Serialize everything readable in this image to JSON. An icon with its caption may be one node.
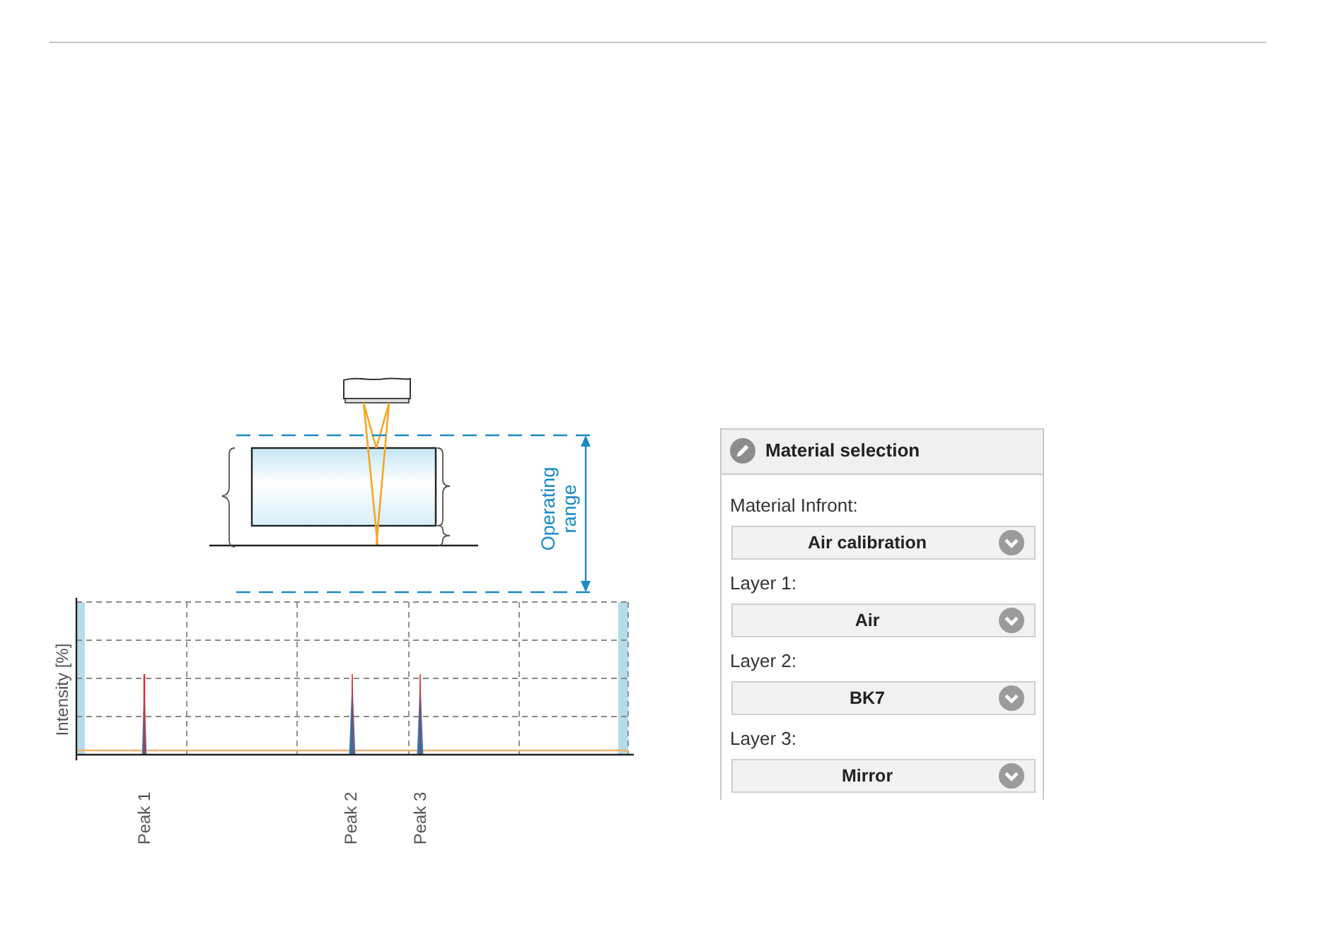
{
  "diagram": {
    "nodes": [
      {
        "text": [
          "Material selection"
        ]
      },
      {
        "text": [
          "Air calibration"
        ],
        "beside": [
          "Material Infront:"
        ],
        "in": 0
      },
      {
        "text": [
          "Air"
        ],
        "beside": [
          "Layer 1:"
        ],
        "in": 0
      },
      {
        "text": [
          "BK7"
        ],
        "beside": [
          "Layer 2:"
        ],
        "in": 0
      },
      {
        "text": [
          "Mirror"
        ],
        "beside": [
          "Layer 3:"
        ],
        "in": 0
      }
    ],
    "labels": [
      "Operating range",
      "Intensity [%]",
      "Peak 1",
      "Peak 2",
      "Peak 3"
    ]
  }
}
